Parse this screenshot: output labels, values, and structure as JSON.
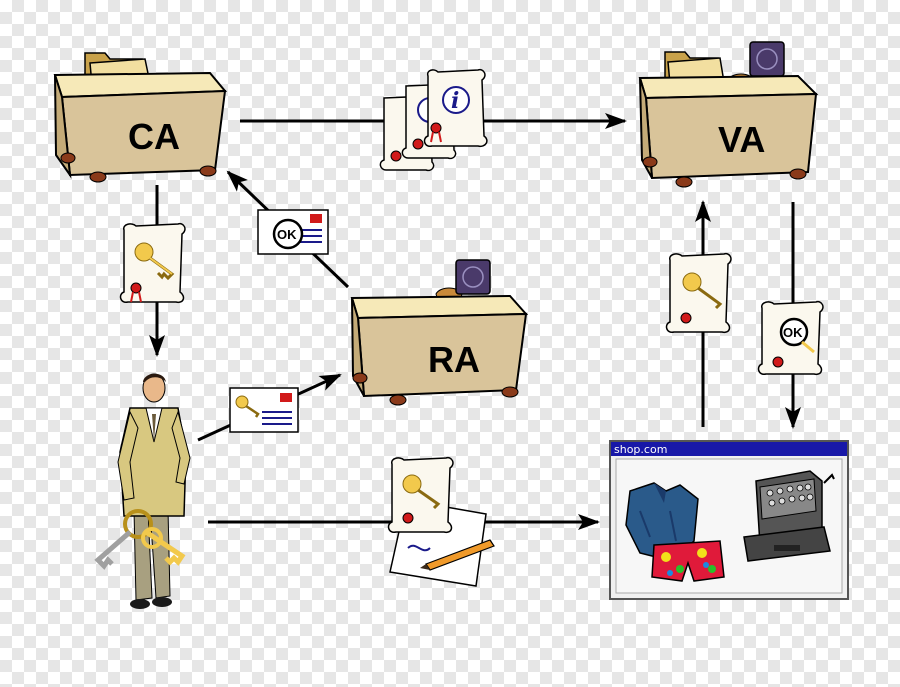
{
  "nodes": {
    "ca": {
      "label": "CA"
    },
    "va": {
      "label": "VA"
    },
    "ra": {
      "label": "RA"
    }
  },
  "shop_window": {
    "title": "shop.com"
  },
  "badges": {
    "ok": "OK",
    "info": "i"
  },
  "colors": {
    "desk": "#d9c49a",
    "desk_top": "#f6e9b8",
    "window_title": "#1818a8",
    "window_body": "#f0f0f0",
    "key": "#f2c94c",
    "seal": "#d11a1a",
    "arrow": "#000000"
  }
}
